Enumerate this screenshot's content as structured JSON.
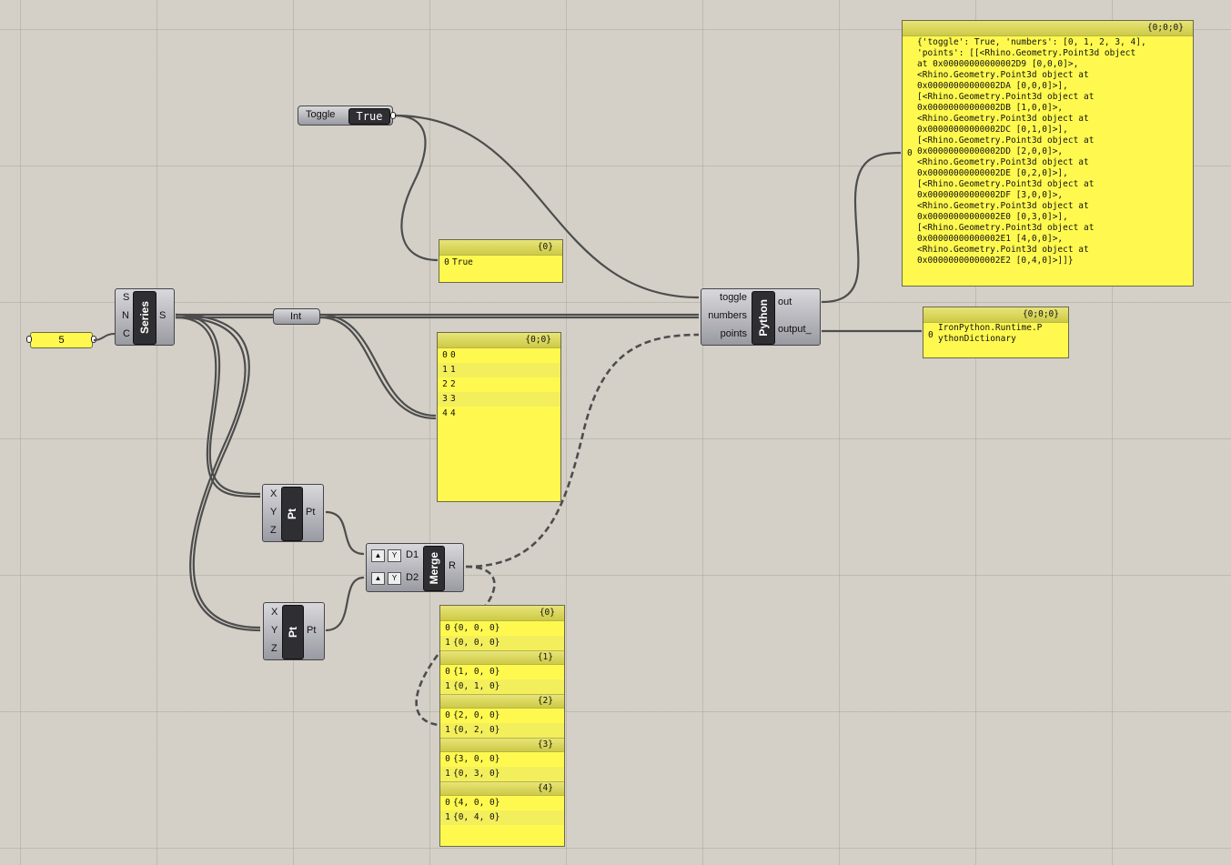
{
  "toggle": {
    "label": "Toggle",
    "value": "True"
  },
  "slider": {
    "value": "5"
  },
  "series": {
    "name": "Series",
    "inputs": [
      "S",
      "N",
      "C"
    ],
    "output": "S"
  },
  "int_param": {
    "label": "Int"
  },
  "pt1": {
    "name": "Pt",
    "inputs": [
      "X",
      "Y",
      "Z"
    ],
    "output": "Pt"
  },
  "pt2": {
    "name": "Pt",
    "inputs": [
      "X",
      "Y",
      "Z"
    ],
    "output": "Pt"
  },
  "merge": {
    "name": "Merge",
    "inputs": [
      "D1",
      "D2"
    ],
    "output": "R"
  },
  "python": {
    "name": "Python",
    "inputs": [
      "toggle",
      "numbers",
      "points"
    ],
    "outputs": [
      "out",
      "output_"
    ]
  },
  "panel_toggle": {
    "header": "{0}",
    "rows": [
      {
        "idx": "0",
        "val": "True"
      }
    ]
  },
  "panel_numbers": {
    "header": "{0;0}",
    "rows": [
      {
        "idx": "0",
        "val": "0"
      },
      {
        "idx": "1",
        "val": "1"
      },
      {
        "idx": "2",
        "val": "2"
      },
      {
        "idx": "3",
        "val": "3"
      },
      {
        "idx": "4",
        "val": "4"
      }
    ]
  },
  "panel_points": {
    "groups": [
      {
        "header": "{0}",
        "rows": [
          {
            "idx": "0",
            "val": "{0, 0, 0}"
          },
          {
            "idx": "1",
            "val": "{0, 0, 0}"
          }
        ]
      },
      {
        "header": "{1}",
        "rows": [
          {
            "idx": "0",
            "val": "{1, 0, 0}"
          },
          {
            "idx": "1",
            "val": "{0, 1, 0}"
          }
        ]
      },
      {
        "header": "{2}",
        "rows": [
          {
            "idx": "0",
            "val": "{2, 0, 0}"
          },
          {
            "idx": "1",
            "val": "{0, 2, 0}"
          }
        ]
      },
      {
        "header": "{3}",
        "rows": [
          {
            "idx": "0",
            "val": "{3, 0, 0}"
          },
          {
            "idx": "1",
            "val": "{0, 3, 0}"
          }
        ]
      },
      {
        "header": "{4}",
        "rows": [
          {
            "idx": "0",
            "val": "{4, 0, 0}"
          },
          {
            "idx": "1",
            "val": "{0, 4, 0}"
          }
        ]
      }
    ]
  },
  "panel_out": {
    "header": "{0;0;0}",
    "index": "0",
    "text": "{'toggle': True, 'numbers': [0, 1, 2, 3, 4],\n'points': [[<Rhino.Geometry.Point3d object\nat 0x00000000000002D9 [0,0,0]>,\n<Rhino.Geometry.Point3d object at\n0x00000000000002DA [0,0,0]>],\n[<Rhino.Geometry.Point3d object at\n0x00000000000002DB [1,0,0]>,\n<Rhino.Geometry.Point3d object at\n0x00000000000002DC [0,1,0]>],\n[<Rhino.Geometry.Point3d object at\n0x00000000000002DD [2,0,0]>,\n<Rhino.Geometry.Point3d object at\n0x00000000000002DE [0,2,0]>],\n[<Rhino.Geometry.Point3d object at\n0x00000000000002DF [3,0,0]>,\n<Rhino.Geometry.Point3d object at\n0x00000000000002E0 [0,3,0]>],\n[<Rhino.Geometry.Point3d object at\n0x00000000000002E1 [4,0,0]>,\n<Rhino.Geometry.Point3d object at\n0x00000000000002E2 [0,4,0]>]]}"
  },
  "panel_dict": {
    "header": "{0;0;0}",
    "index": "0",
    "text": "IronPython.Runtime.P\nythonDictionary"
  },
  "colors": {
    "panel": "#fff94f",
    "wire": "#4a4a4a",
    "canvas": "#d4d0c8"
  }
}
